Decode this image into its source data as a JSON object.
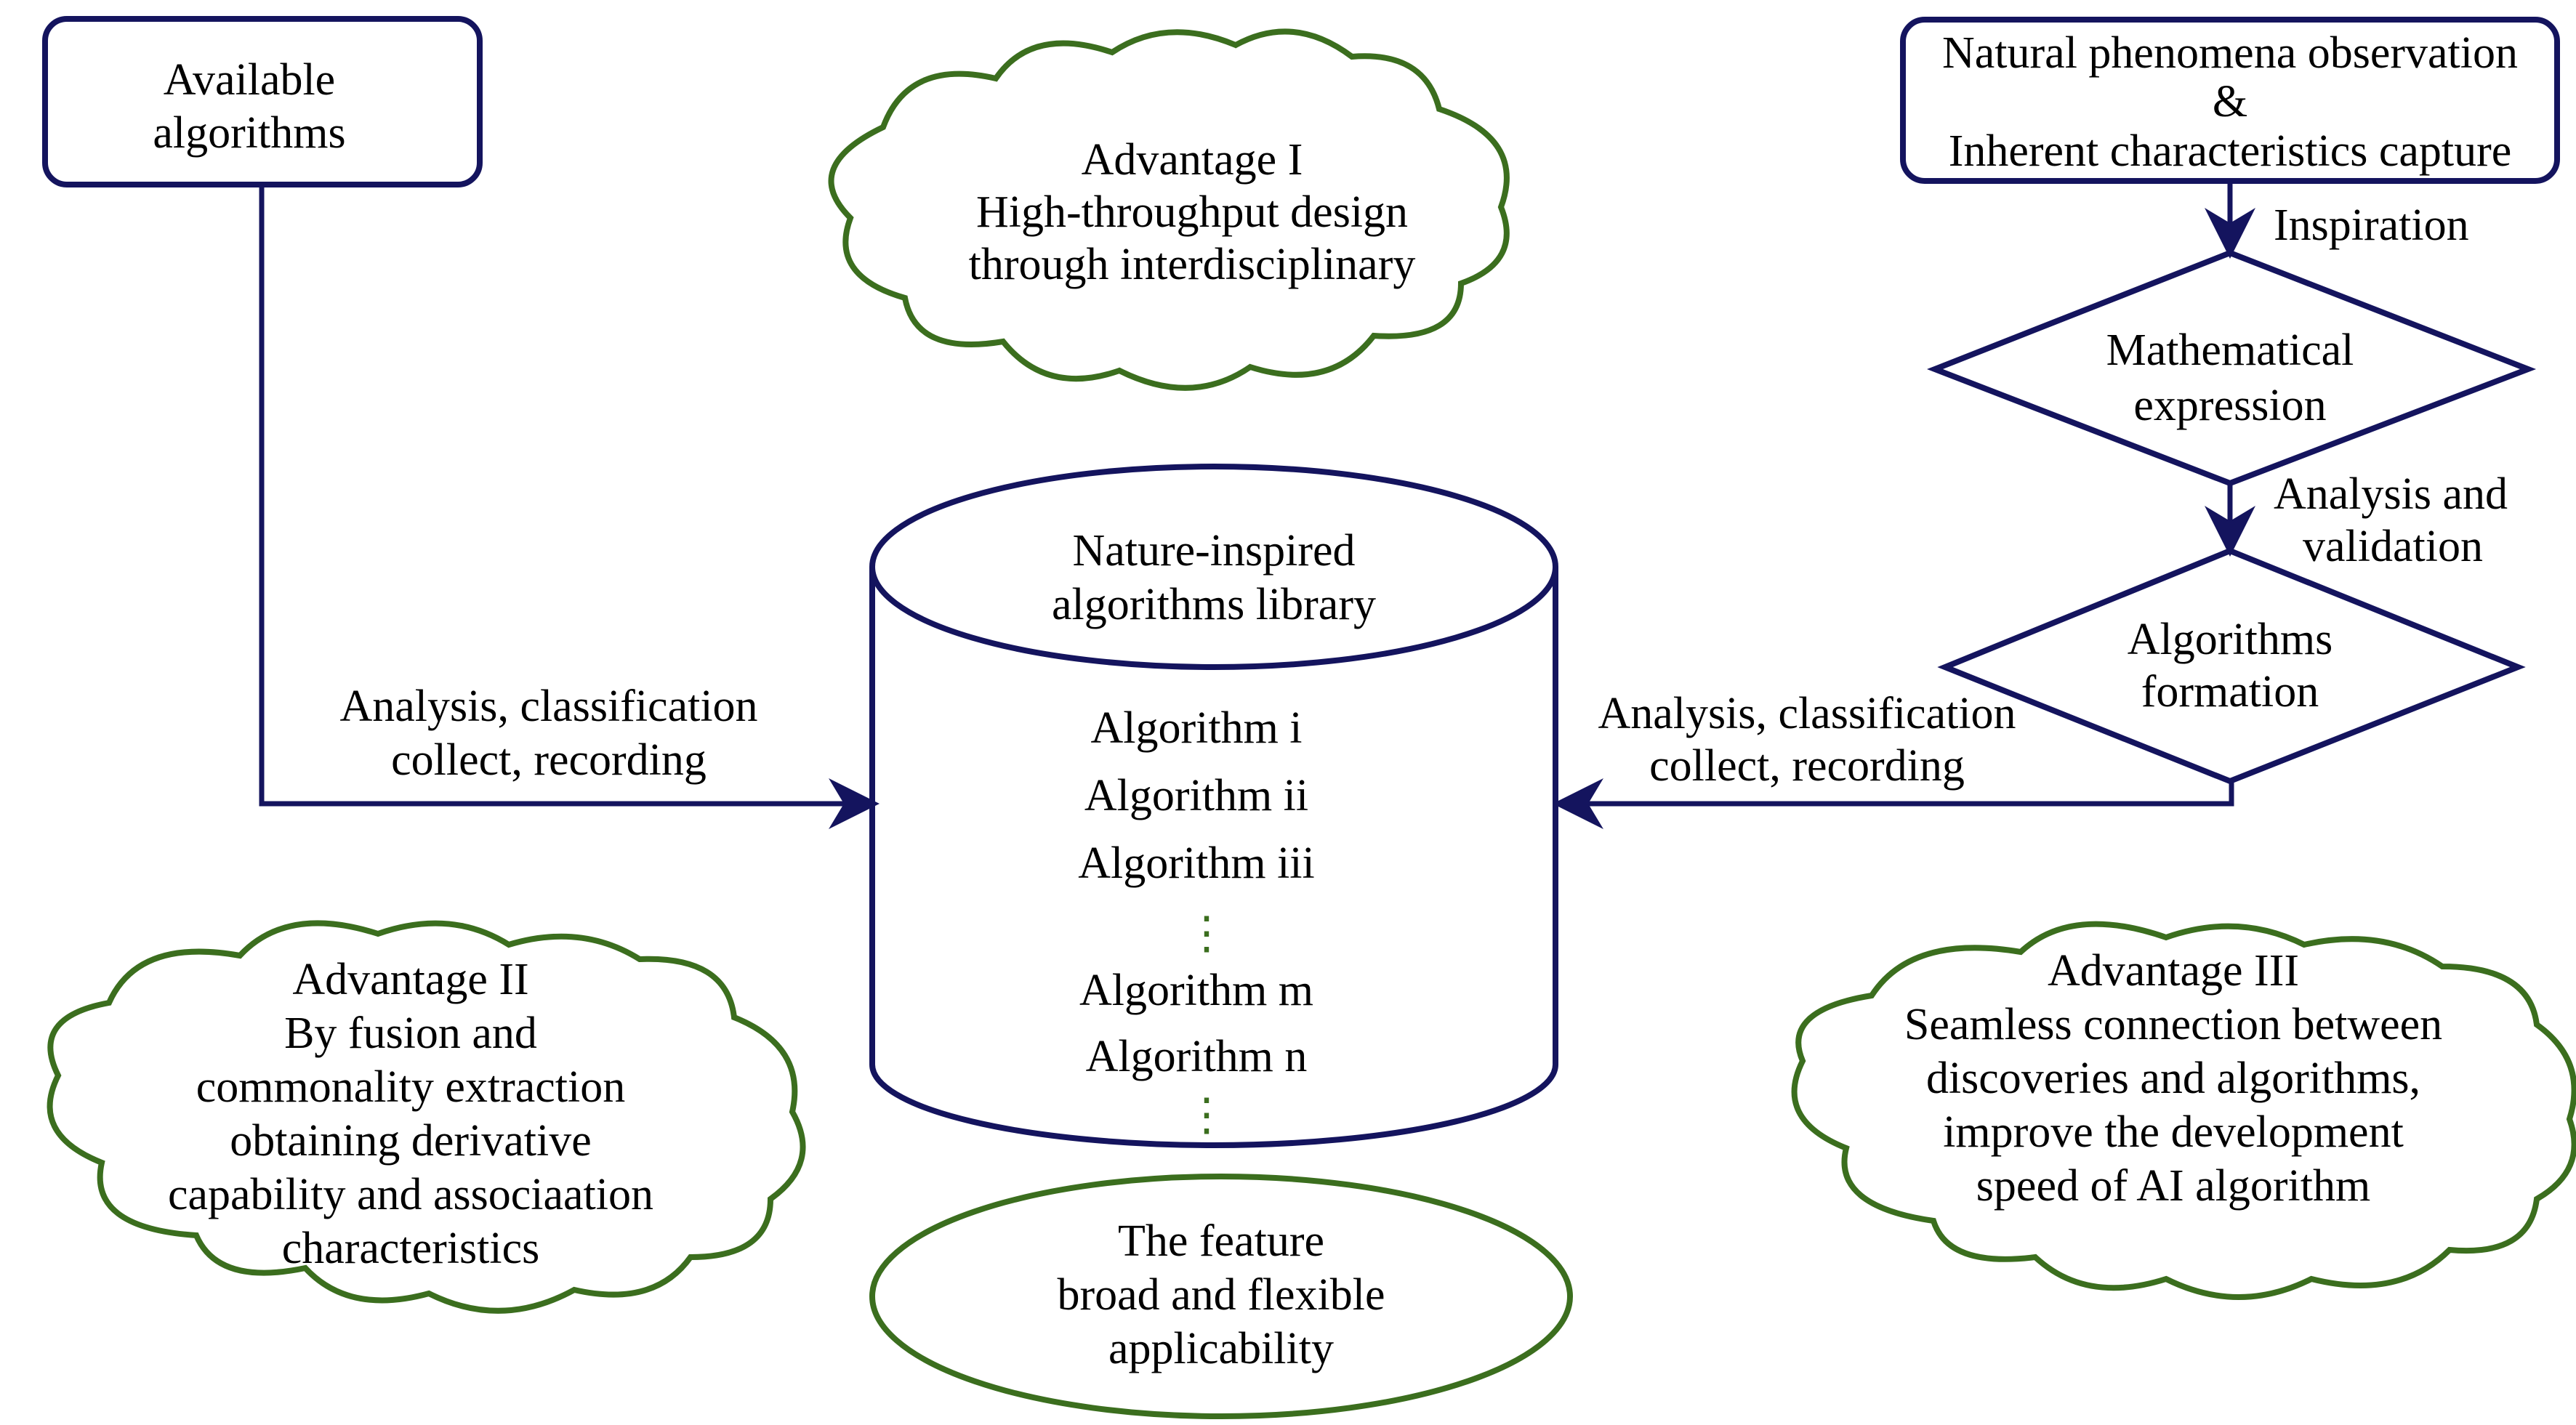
{
  "available_algorithms": {
    "line1": "Available",
    "line2": "algorithms"
  },
  "advantage_1": {
    "title": "Advantage I",
    "line1": "High-throughput design",
    "line2": "through interdisciplinary"
  },
  "natural_box": {
    "line1": "Natural phenomena observation",
    "line2": "&",
    "line3": "Inherent characteristics capture"
  },
  "inspiration_label": "Inspiration",
  "math_diamond": {
    "line1": "Mathematical",
    "line2": "expression"
  },
  "validation_label": {
    "line1": "Analysis and",
    "line2": "validation"
  },
  "formation_diamond": {
    "line1": "Algorithms",
    "line2": "formation"
  },
  "library": {
    "title1": "Nature-inspired",
    "title2": "algorithms library",
    "items": [
      "Algorithm i",
      "Algorithm ii",
      "Algorithm iii",
      "Algorithm m",
      "Algorithm n"
    ],
    "ellipsis": "⋮"
  },
  "left_arrow_label": {
    "line1": "Analysis, classification",
    "line2": "collect, recording"
  },
  "right_arrow_label": {
    "line1": "Analysis, classification",
    "line2": "collect, recording"
  },
  "advantage_2": {
    "title": "Advantage II",
    "lines": [
      "By fusion and",
      "commonality extraction",
      "obtaining derivative",
      "capability and associaation",
      "characteristics"
    ]
  },
  "advantage_3": {
    "title": "Advantage III",
    "lines": [
      "Seamless connection between",
      "discoveries and algorithms,",
      "improve the development",
      "speed of AI algorithm"
    ]
  },
  "feature": {
    "line1": "The feature",
    "line2": "broad and flexible",
    "line3": "applicability"
  },
  "colors": {
    "navy": "#14145e",
    "green": "#3b6e1e"
  }
}
